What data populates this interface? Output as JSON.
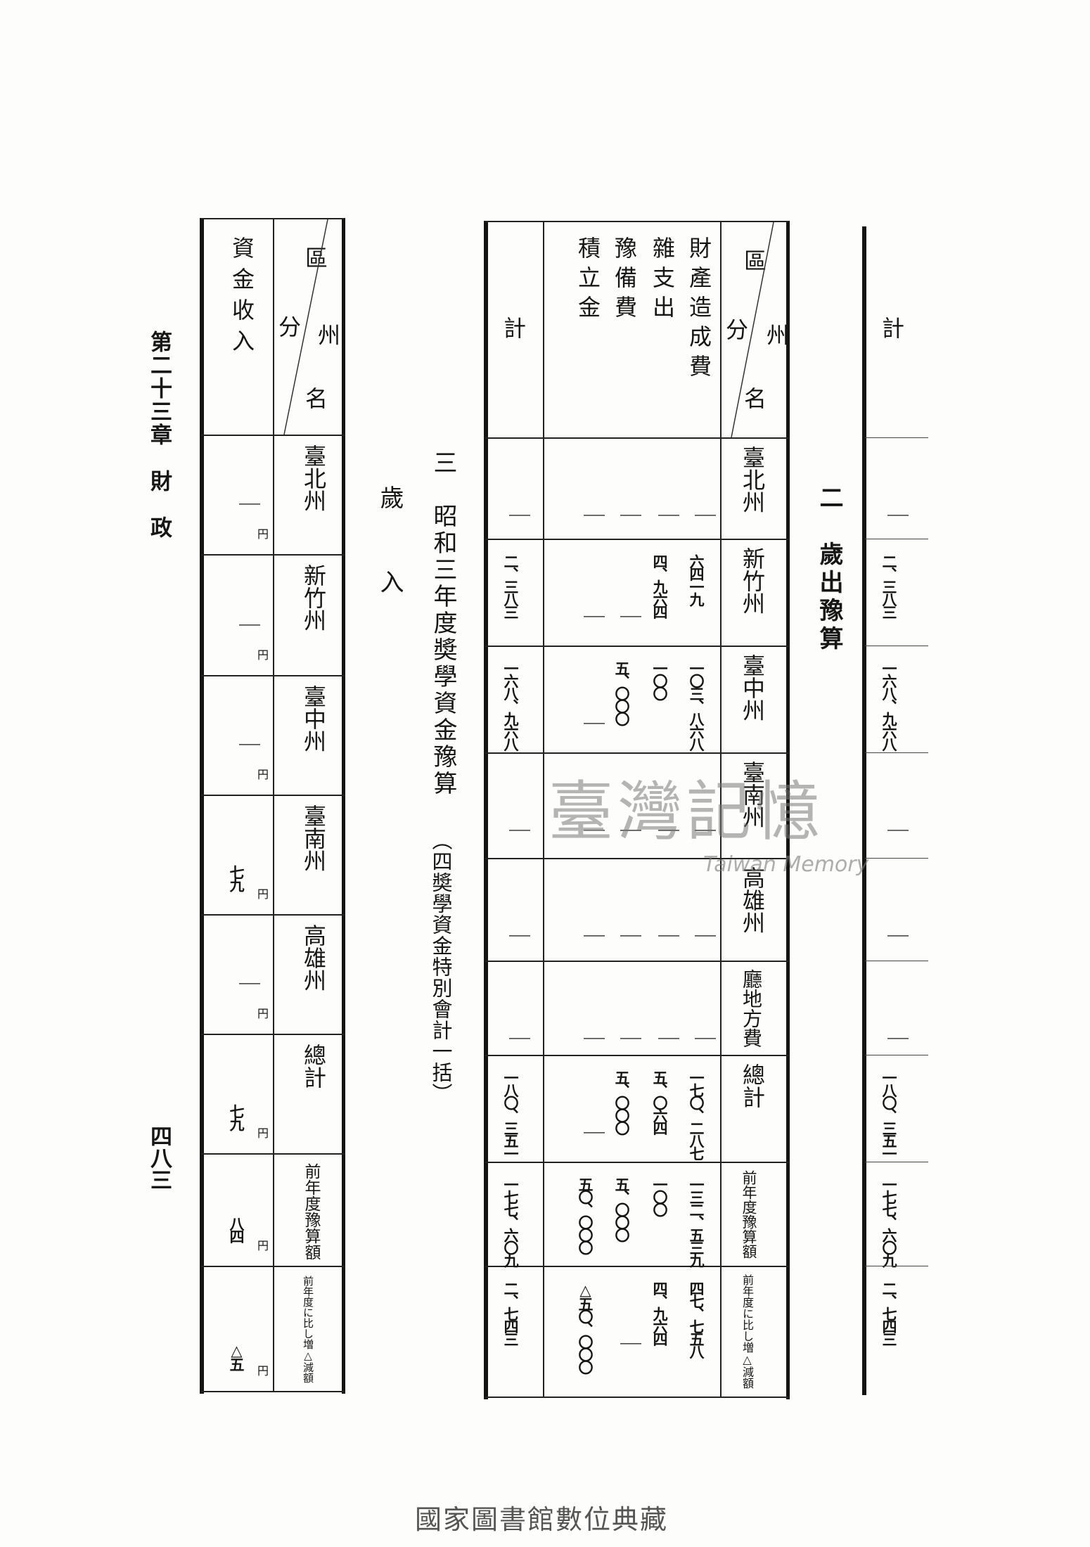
{
  "page": {
    "chapter": "第二十三章　財　政",
    "page_number": "四八三",
    "library_footer": "國家圖書館數位典藏",
    "watermark": {
      "text": "臺灣記憶",
      "sub": "Taiwan Memory"
    }
  },
  "table_prev": {
    "header": "計",
    "values": [
      "｜",
      "二、三八三",
      "一六八、九六八",
      "｜",
      "｜",
      "｜",
      "一八〇、三五一",
      "一七七、六〇九",
      "二、七四三"
    ]
  },
  "section2": {
    "heading": "二　歲出豫算",
    "corner": {
      "top": "州",
      "mid": "名",
      "bottom": "區",
      "left": "分"
    },
    "columns": [
      "臺北州",
      "新竹州",
      "臺中州",
      "臺南州",
      "高雄州",
      "廳地方費",
      "總計",
      "前年度豫算額",
      "前年度に比し増△減額"
    ],
    "rows": [
      {
        "label": "財產造成費",
        "values": [
          "｜",
          "六四一九",
          "一〇三、八六八",
          "｜",
          "｜",
          "｜",
          "一七〇、二八七",
          "一三二、五三九",
          "四七、七五八"
        ]
      },
      {
        "label": "雜支出",
        "values": [
          "｜",
          "四、九六四",
          "一〇〇",
          "｜",
          "｜",
          "｜",
          "五、〇六四",
          "一〇〇",
          "四、九六四"
        ]
      },
      {
        "label": "豫備費",
        "values": [
          "｜",
          "｜",
          "五、〇〇〇",
          "｜",
          "｜",
          "｜",
          "五、〇〇〇",
          "五、〇〇〇",
          "｜"
        ]
      },
      {
        "label": "積立金",
        "values": [
          "｜",
          "｜",
          "｜",
          "｜",
          "｜",
          "｜",
          "｜",
          "五〇、〇〇〇",
          "△五〇、〇〇〇"
        ]
      },
      {
        "label": "計",
        "values": [
          "｜",
          "二、三八三",
          "一六八、九六八",
          "｜",
          "｜",
          "｜",
          "一八〇、三五一",
          "一七七、六〇九",
          "二、七四三"
        ]
      }
    ]
  },
  "section3": {
    "heading": "三　昭和三年度奬學資金豫算",
    "subheading": "（四奬學資金特別會計一括）",
    "revenue_heading": "歲　入",
    "corner": {
      "top": "州",
      "mid": "名",
      "bottom": "區",
      "left": "分"
    },
    "columns": [
      "臺北州",
      "新竹州",
      "臺中州",
      "臺南州",
      "高雄州",
      "總計",
      "前年度豫算額",
      "前年度に比し増△減額"
    ],
    "unit": "円",
    "rows": [
      {
        "label": "資金收入",
        "values": [
          "｜",
          "｜",
          "｜",
          "七九",
          "｜",
          "七九",
          "八四",
          "△五"
        ]
      }
    ]
  }
}
